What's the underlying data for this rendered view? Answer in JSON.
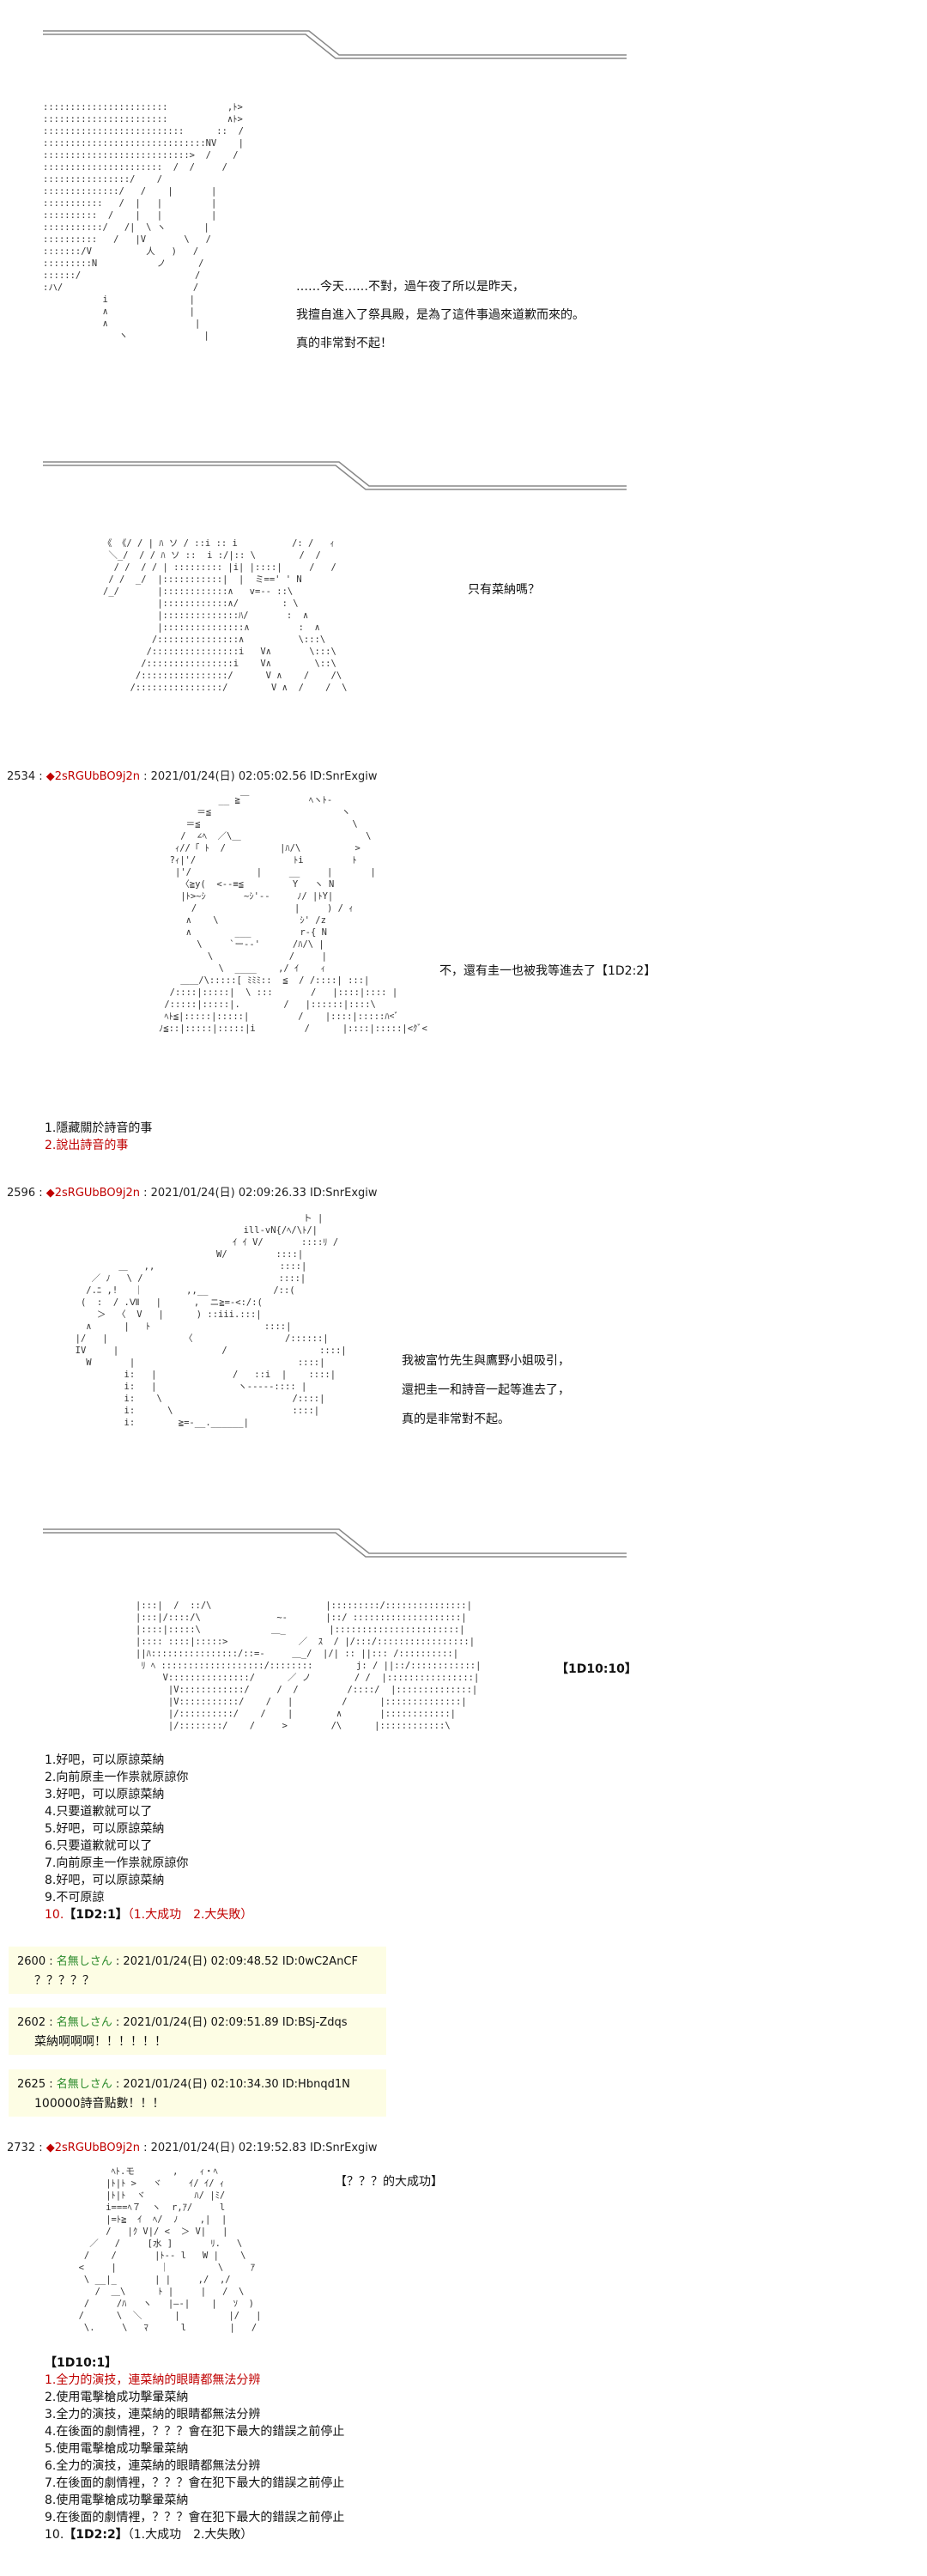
{
  "narration_1": [
    "……今天……不對，過午夜了所以是昨天，",
    "我擅自進入了祭具殿，是為了這件事過來道歉而來的。",
    "真的非常對不起！"
  ],
  "narration_2": "只有菜納嗎？",
  "post_2534": {
    "num": "2534",
    "name": "◆2sRGUbBO9j2n",
    "date": "2021/01/24(日) 02:05:02.56",
    "id": "ID:SnrExgiw"
  },
  "narration_3": "不，還有圭一也被我等進去了【1D2:2】",
  "choices_3": [
    "1.隱藏關於詩音的事",
    "2.說出詩音的事"
  ],
  "post_2596": {
    "num": "2596",
    "name": "◆2sRGUbBO9j2n",
    "date": "2021/01/24(日) 02:09:26.33",
    "id": "ID:SnrExgiw"
  },
  "narration_4": [
    "我被富竹先生與鷹野小姐吸引，",
    "還把圭一和詩音一起等進去了，",
    "真的是非常對不起。"
  ],
  "dice_1": "【1D10:10】",
  "choices_5": [
    "1.好吧，可以原諒菜納",
    "2.向前原圭一作祟就原諒你",
    "3.好吧，可以原諒菜納",
    "4.只要道歉就可以了",
    "5.好吧，可以原諒菜納",
    "6.只要道歉就可以了",
    "7.向前原圭一作祟就原諒你",
    "8.好吧，可以原諒菜納",
    "9.不可原諒"
  ],
  "choice_5_last": {
    "prefix": "10.",
    "dice": "【1D2:1】",
    "rest": "（1.大成功　2.大失敗）"
  },
  "replies": [
    {
      "num": "2600",
      "name": "名無しさん",
      "date": "2021/01/24(日) 02:09:48.52",
      "id": "ID:0wC2AnCF",
      "body": "？？？？？"
    },
    {
      "num": "2602",
      "name": "名無しさん",
      "date": "2021/01/24(日) 02:09:51.89",
      "id": "ID:BSj-Zdqs",
      "body": "菜納啊啊啊！！！！！！"
    },
    {
      "num": "2625",
      "name": "名無しさん",
      "date": "2021/01/24(日) 02:10:34.30",
      "id": "ID:Hbnqd1N",
      "body": "100000詩音點數！！！"
    }
  ],
  "post_2732": {
    "num": "2732",
    "name": "◆2sRGUbBO9j2n",
    "date": "2021/01/24(日) 02:19:52.83",
    "id": "ID:SnrExgiw"
  },
  "narration_6": "【？？？的大成功】",
  "dice_6": "【1D10:1】",
  "choices_6_first": "1.全力的演技，連菜納的眼睛都無法分辨",
  "choices_6": [
    "2.使用電擊槍成功擊暈菜納",
    "3.全力的演技，連菜納的眼睛都無法分辨",
    "4.在後面的劇情裡，？？？會在犯下最大的錯誤之前停止",
    "5.使用電擊槍成功擊暈菜納",
    "6.全力的演技，連菜納的眼睛都無法分辨",
    "7.在後面的劇情裡，？？？會在犯下最大的錯誤之前停止",
    "8.使用電擊槍成功擊暈菜納",
    "9.在後面的劇情裡，？？？會在犯下最大的錯誤之前停止"
  ],
  "choice_6_last": {
    "prefix": "10.",
    "dice": "【1D2:2】",
    "rest": "（1.大成功　2.大失敗）"
  }
}
